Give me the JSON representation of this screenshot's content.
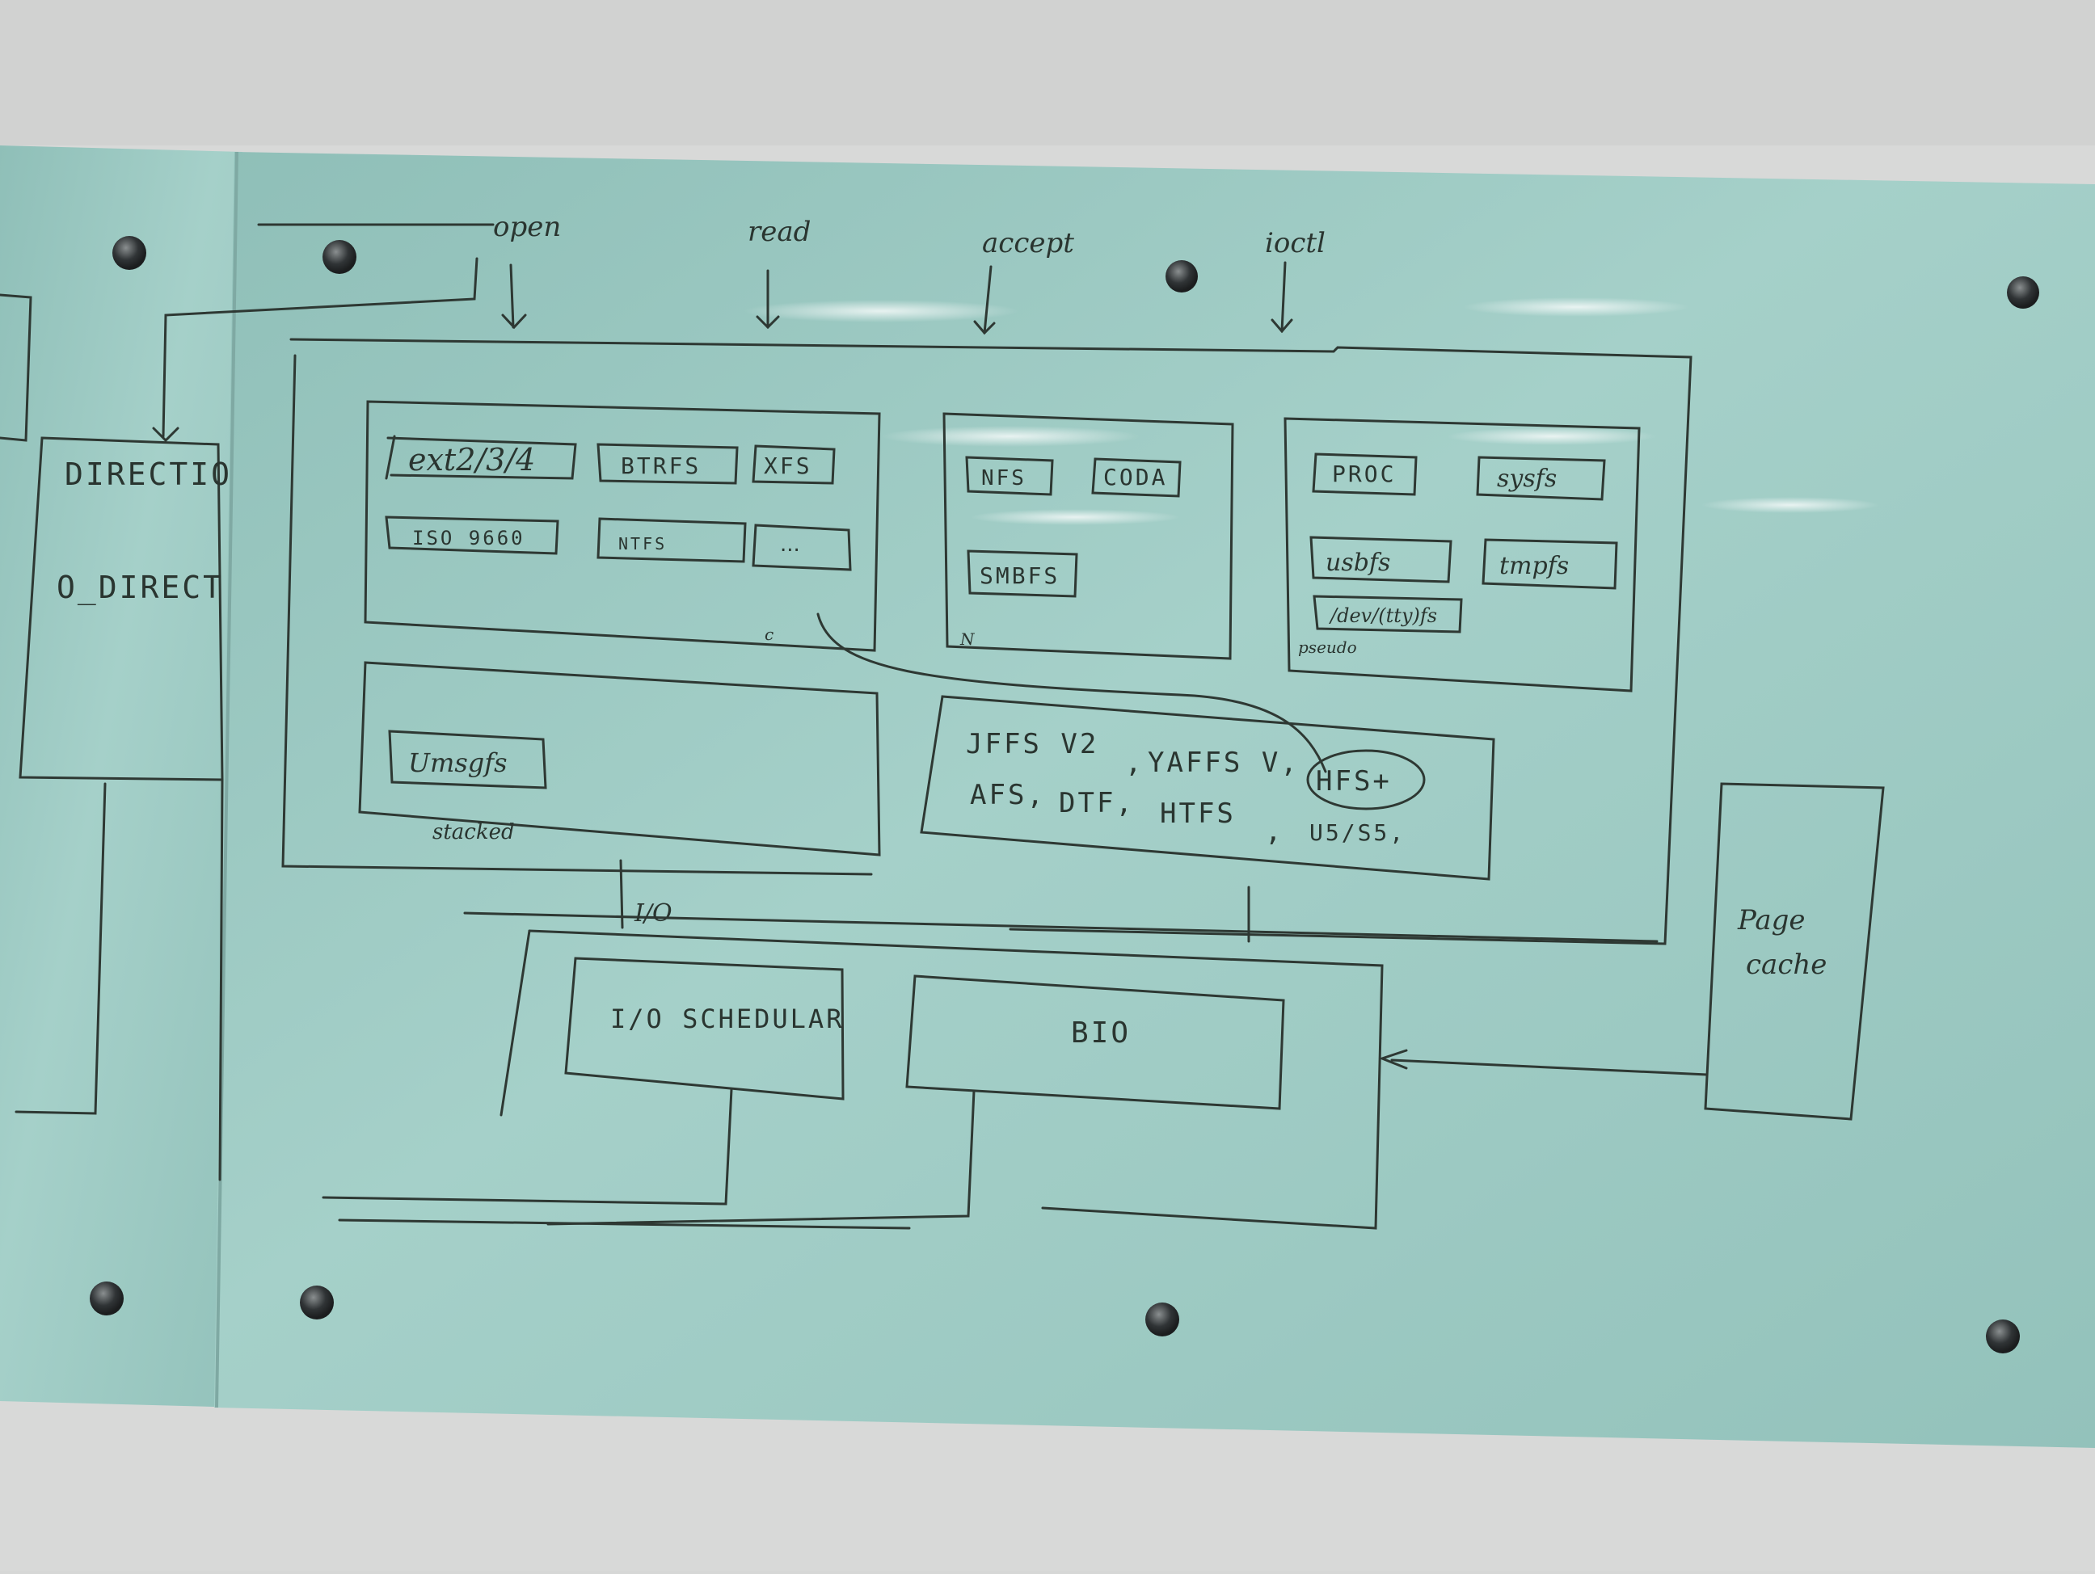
{
  "colors": {
    "wall": "#d9dad9",
    "glass": "#9cc8c2",
    "glass_highlight": "#b6dcd6",
    "ink": "#2e3833",
    "standoff": "#3a3d3e"
  },
  "syscalls": [
    "open",
    "read",
    "accept",
    "ioctl"
  ],
  "direct_io": {
    "title": "DIRECTIO",
    "flag": "O_DIRECT"
  },
  "disk_filesystems": {
    "items": [
      "ext2/3/4",
      "BTRFS",
      "XFS",
      "ISO 9660",
      "NTFS",
      "..."
    ],
    "corner_label": "c"
  },
  "network_filesystems": {
    "items": [
      "NFS",
      "CODA",
      "SMBFS"
    ],
    "corner_label": "N"
  },
  "pseudo_filesystems": {
    "items": [
      "PROC",
      "sysfs",
      "usbfs",
      "tmpfs",
      "/dev/(tty)fs"
    ],
    "corner_label": "pseudo"
  },
  "stacked_filesystems": {
    "items": [
      "Umsgfs"
    ],
    "corner_label": "stacked"
  },
  "other_filesystems": {
    "line1": [
      "JFFS V2",
      ",",
      "YAFFS V,",
      "HFS+"
    ],
    "line2": [
      "AFS,",
      "DTF,",
      "HTFS",
      ",",
      "U5/S5,"
    ]
  },
  "io_label": "I/O",
  "io_layer": {
    "scheduler": "I/O SCHEDULAR",
    "bio": "BIO"
  },
  "page_cache": {
    "line1": "Page",
    "line2": "cache"
  }
}
